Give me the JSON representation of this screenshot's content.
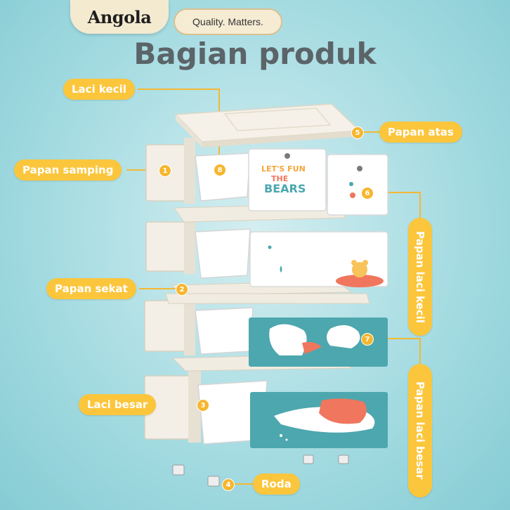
{
  "brand": {
    "logo": "Angola",
    "tagline": "Quality. Matters."
  },
  "title": "Bagian produk",
  "labels": {
    "laci_kecil": "Laci kecil",
    "papan_samping": "Papan samping",
    "papan_sekat": "Papan sekat",
    "laci_besar": "Laci besar",
    "roda": "Roda",
    "papan_atas": "Papan atas",
    "papan_laci_kecil": "Papan laci kecil",
    "papan_laci_besar": "Papan laci besar"
  },
  "badges": [
    "1",
    "2",
    "3",
    "4",
    "5",
    "6",
    "7",
    "8"
  ],
  "drawer_texts": {
    "lets_fun": "LET'S FUN",
    "the": "THE",
    "bears": "BEARS"
  },
  "colors": {
    "label": "#fbc63c",
    "teal": "#4da7ae",
    "background": "#a6dce2",
    "title": "#5b6468",
    "panel": "#f3efe6"
  }
}
